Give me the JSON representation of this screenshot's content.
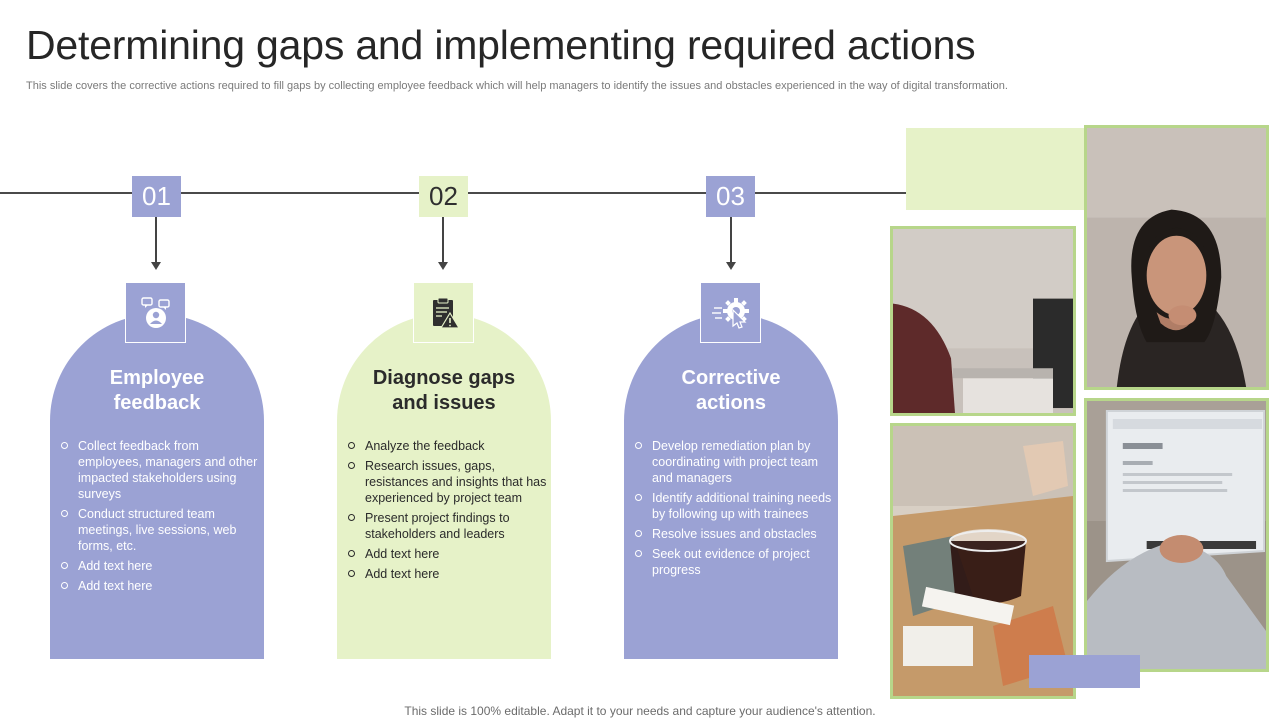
{
  "header": {
    "title": "Determining gaps and implementing required actions",
    "subtitle": "This slide covers the corrective actions required to fill gaps by collecting employee feedback which will help managers to identify the issues and obstacles experienced in the way of digital transformation."
  },
  "steps": [
    {
      "number": "01",
      "icon": "feedback-person-icon",
      "heading": "Employee feedback",
      "items": [
        "Collect feedback from employees, managers and other impacted stakeholders using surveys",
        "Conduct structured team meetings, live sessions, web forms, etc.",
        "Add text here",
        "Add text here"
      ]
    },
    {
      "number": "02",
      "icon": "clipboard-warning-icon",
      "heading": "Diagnose gaps and issues",
      "items": [
        "Analyze the feedback",
        "Research issues, gaps, resistances and insights that has experienced by project team",
        "Present project findings to stakeholders and leaders",
        "Add text here",
        "Add text here"
      ]
    },
    {
      "number": "03",
      "icon": "gear-cursor-icon",
      "heading": "Corrective actions",
      "items": [
        "Develop remediation plan by coordinating with project team and managers",
        "Identify additional training needs by following up with trainees",
        "Resolve issues and obstacles",
        "Seek out evidence of project progress"
      ]
    }
  ],
  "colors": {
    "purple": "#9ba2d4",
    "green": "#e6f2c8",
    "photo_border": "#b7d68a"
  },
  "footer": "This slide is 100% editable. Adapt it to your needs and capture your audience's attention."
}
